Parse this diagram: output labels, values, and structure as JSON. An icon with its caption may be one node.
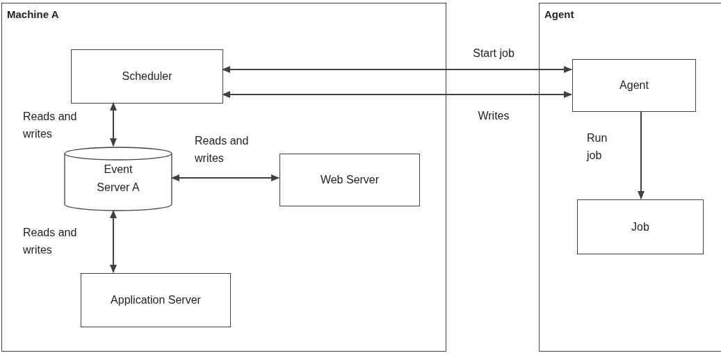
{
  "diagram": {
    "nodes": [
      {
        "text": [
          "Machine A"
        ]
      },
      {
        "text": [
          "Scheduler"
        ],
        "in": 0
      },
      {
        "text": [
          "Event Server A"
        ],
        "in": 0
      },
      {
        "text": [
          "Web Server"
        ],
        "in": 0
      },
      {
        "text": [
          "Application Server"
        ],
        "in": 0
      },
      {
        "text": [
          "Agent"
        ]
      },
      {
        "text": [
          "Agent"
        ],
        "in": 5
      },
      {
        "text": [
          "Job"
        ],
        "in": 5
      }
    ],
    "edges": [
      {
        "from": 1,
        "to": 6,
        "arrow": "both",
        "label": "Start job"
      },
      {
        "from": 1,
        "to": 6,
        "arrow": "both",
        "label": "Writes"
      },
      {
        "from": 1,
        "to": 2,
        "arrow": "both",
        "label": "Reads and writes"
      },
      {
        "from": 2,
        "to": 3,
        "arrow": "both",
        "label": "Reads and writes"
      },
      {
        "from": 2,
        "to": 4,
        "arrow": "both",
        "label": "Reads and writes"
      },
      {
        "from": 6,
        "to": 7,
        "arrow": "to",
        "label": "Run job"
      }
    ]
  }
}
